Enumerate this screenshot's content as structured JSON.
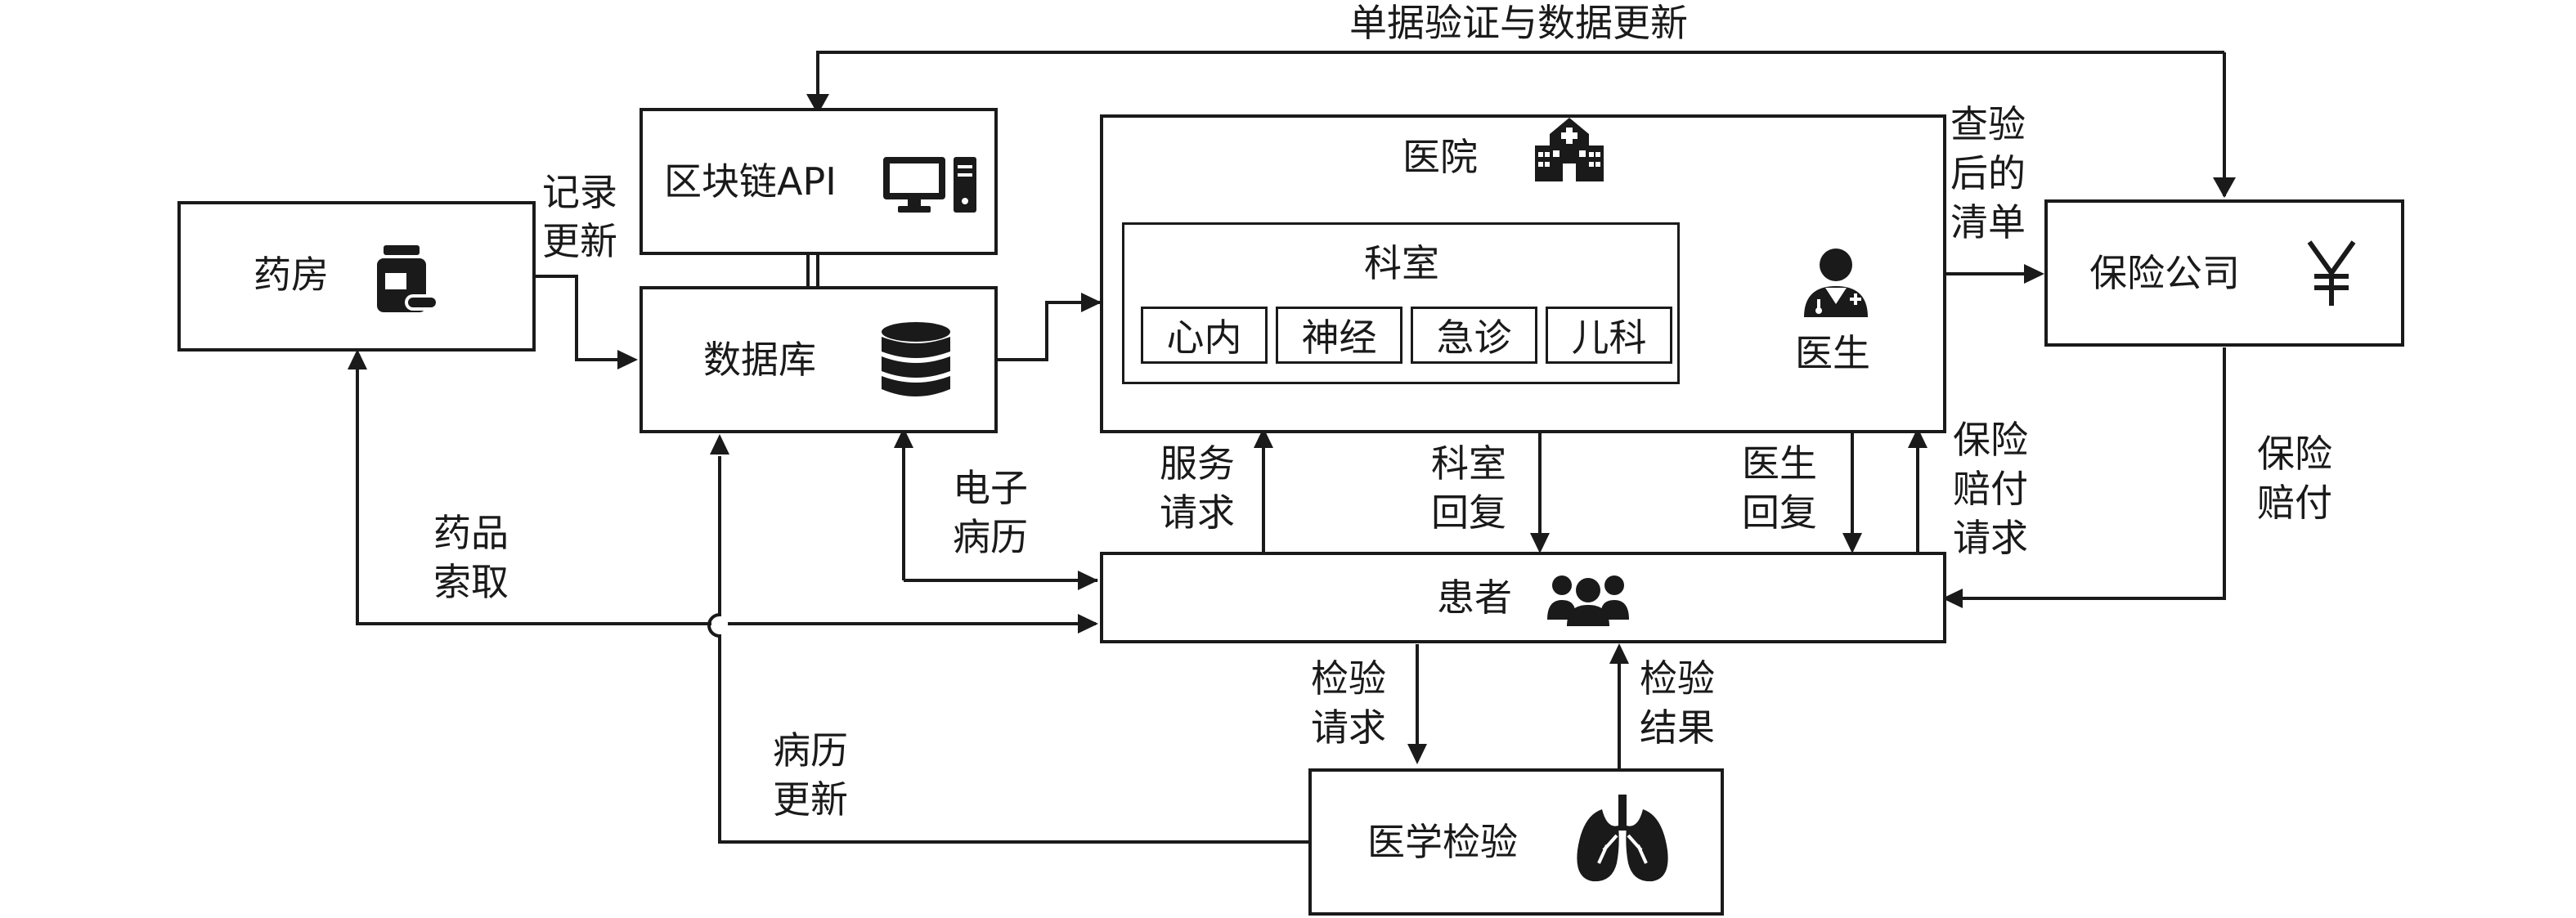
{
  "nodes": {
    "pharmacy": "药房",
    "blockchain_api": "区块链API",
    "database": "数据库",
    "hospital": "医院",
    "department": "科室",
    "departments": [
      "心内",
      "神经",
      "急诊",
      "儿科"
    ],
    "doctor": "医生",
    "insurance": "保险公司",
    "patient": "患者",
    "medical_test": "医学检验"
  },
  "edges": {
    "doc_verify_update": "单据验证与数据更新",
    "record_update": "记录\n更新",
    "verified_list": "查验\n后的\n清单",
    "insurance_payment": "保险\n赔付",
    "drug_retrieval": "药品\n索取",
    "emr": "电子\n病历",
    "service_request": "服务\n请求",
    "dept_reply": "科室\n回复",
    "doctor_reply": "医生\n回复",
    "claim_request": "保险\n赔付\n请求",
    "test_request": "检验\n请求",
    "test_result": "检验\n结果",
    "record_update2": "病历\n更新"
  },
  "icons": {
    "pharmacy": "medicine-bottle-icon",
    "blockchain_api": "computer-icon",
    "database": "database-icon",
    "hospital": "hospital-icon",
    "doctor": "doctor-icon",
    "insurance": "yen-icon",
    "patient": "patient-group-icon",
    "medical_test": "lungs-icon"
  },
  "colors": {
    "line": "#1a1a1a",
    "background": "#ffffff"
  }
}
